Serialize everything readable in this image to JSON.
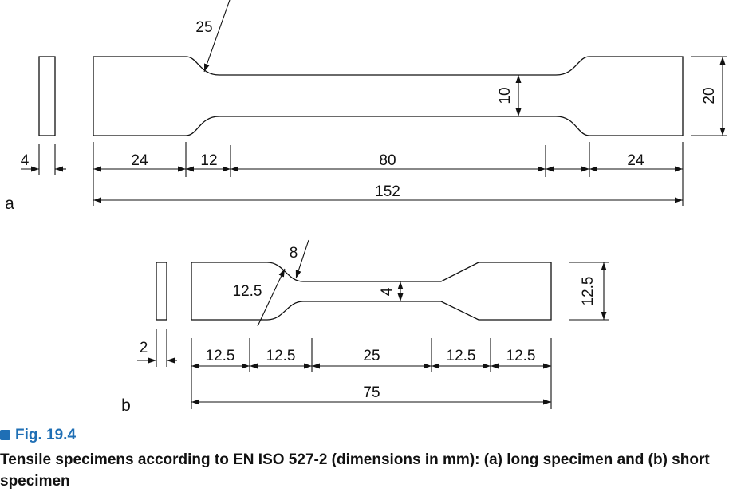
{
  "specimen_a": {
    "label": "a",
    "fillet_radius": "25",
    "end_length_left": "24",
    "transition_length": "12",
    "parallel_length": "80",
    "end_length_right": "24",
    "overall_length": "152",
    "narrow_width": "10",
    "end_width": "20",
    "thickness": "4"
  },
  "specimen_b": {
    "label": "b",
    "fillet_radius": "8",
    "transition_radius": "12.5",
    "end_length_left": "12.5",
    "transition_length_left": "12.5",
    "parallel_length": "25",
    "transition_length_right": "12.5",
    "end_length_right": "12.5",
    "overall_length": "75",
    "narrow_width": "4",
    "end_width": "12.5",
    "thickness": "2"
  },
  "caption": {
    "figure_number": "Fig. 19.4",
    "text_1": "Tensile specimens according to EN ISO 527-2 (dimensions in mm): (",
    "bold_a": "a",
    "text_2": ") long specimen and (",
    "bold_b": "b",
    "text_3": ") short specimen"
  },
  "colors": {
    "accent": "#1f6fb5",
    "ink": "#111111"
  }
}
